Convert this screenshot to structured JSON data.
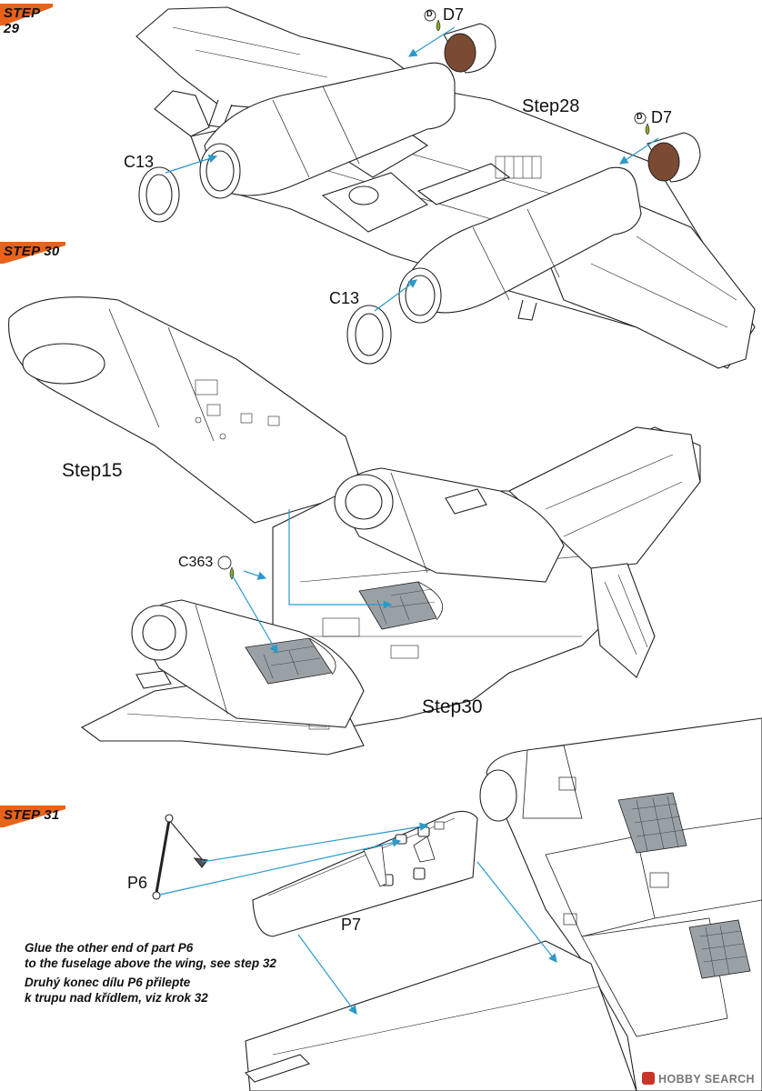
{
  "steps": [
    {
      "label": "STEP 29"
    },
    {
      "label": "STEP 30"
    },
    {
      "label": "STEP 31"
    }
  ],
  "parts": {
    "d7_a": "D7",
    "d7_b": "D7",
    "c13_a": "C13",
    "c13_b": "C13",
    "c363": "C363",
    "p6": "P6",
    "p7": "P7"
  },
  "refs": {
    "step28": "Step28",
    "step15": "Step15",
    "step30": "Step30"
  },
  "paint_code": "D",
  "instructions": {
    "en_line1": "Glue the other end of part P6",
    "en_line2": "to the fuselage above the wing, see step 32",
    "cz_line1": "Druhý konec dílu P6 přilepte",
    "cz_line2": "k trupu nad křídlem, viz krok 32"
  },
  "watermark": "HOBBY SEARCH",
  "colors": {
    "badge": "#e8621a",
    "paint_d7": "#7a4a32",
    "glue": "#8aa82b",
    "arrow": "#2b9ac9",
    "detail_gray": "#9aa1a6"
  }
}
